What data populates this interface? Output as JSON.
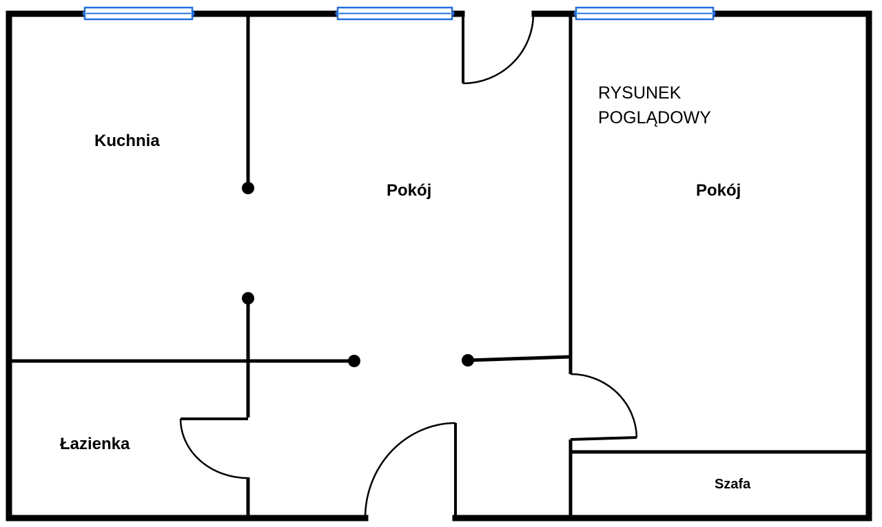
{
  "note": {
    "line1": "RYSUNEK",
    "line2": "POGLĄDOWY"
  },
  "rooms": {
    "kitchen": "Kuchnia",
    "living_room": "Pokój",
    "bedroom": "Pokój",
    "bathroom": "Łazienka",
    "wardrobe": "Szafa"
  },
  "colors": {
    "walls": "#000000",
    "windows": "#1f6fe0",
    "background": "#ffffff"
  }
}
